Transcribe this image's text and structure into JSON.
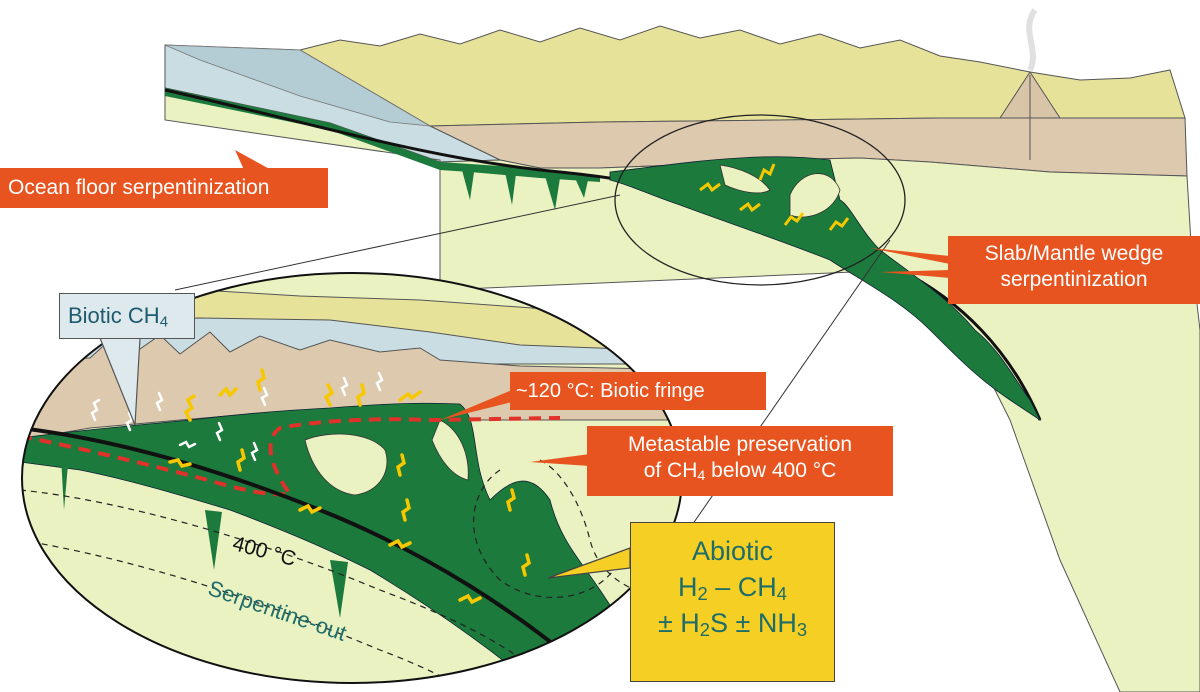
{
  "labels": {
    "ocean": "Ocean floor serpentinization",
    "slab_line1": "Slab/Mantle wedge",
    "slab_line2": "serpentinization",
    "fringe": "~120 °C: Biotic fringe",
    "meta_line1": "Metastable preservation",
    "meta_pre": "of CH",
    "meta_sub": "4",
    "meta_post": " below 400 °C",
    "biotic_pre": "Biotic CH",
    "biotic_sub": "4",
    "abiotic_title": "Abiotic",
    "abiotic_h": "H",
    "abiotic_h_sub": "2",
    "abiotic_ch": " – CH",
    "abiotic_ch_sub": "4",
    "abiotic_pm1": "± H",
    "abiotic_h2s_sub": "2",
    "abiotic_s": "S ± NH",
    "abiotic_nh_sub": "3",
    "isotherm": "400 °C",
    "serpentine_out": "Serpentine-out"
  },
  "colors": {
    "serpentinite": "#1b7a3c",
    "mantle": "#eaf2c2",
    "crust": "#dcc9ae",
    "ocean": "#c9dde2",
    "mountains": "#e6e29a",
    "callout": "#e8541f",
    "abiotic_box": "#f6cf25",
    "biotic_box": "#dde9ec",
    "fringe_line": "#e0312a",
    "abiotic_arrow": "#f7c800",
    "biotic_arrow": "#ffffff"
  }
}
